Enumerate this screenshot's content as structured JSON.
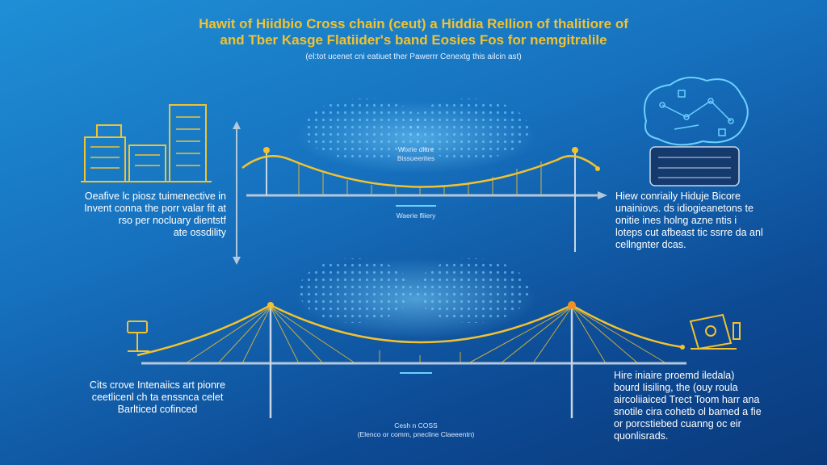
{
  "title": {
    "lines": [
      "Hawit of Hiidbio Cross chain (ceut) a Hiddia Rellion of thalitiore of",
      "and Tber Kasge Flatiider's band Eosies Fos for nemgitralile"
    ],
    "subtitle": "(el:tot ucenet cni eatiuet ther Pawerrr Cenextg this ailcin ast)"
  },
  "left_top_text": [
    "Oeafive lc piosz tuimenective in",
    "Invent conna the porr valar fit at",
    "rso per nocluary dientstf",
    "ate ossdility"
  ],
  "right_top_text": [
    "Hiew conriaily Hiduje Bicore",
    "unainiovs. ds idiogieanetons te",
    "onitie ines holng azne ntis i",
    "loteps cut afbeast tic ssrre da anl",
    "cellngnter dcas."
  ],
  "center_top_label": [
    "Wixrie dlitre",
    "Bissueerites"
  ],
  "center_mid_label": "Waerie fliiery",
  "left_bottom_text": [
    "Cits crove Intenaiics art pionre",
    "ceetlicenl ch ta enssnca celet",
    "Barlticed cofinced"
  ],
  "right_bottom_text": [
    "Hire iniaire proemd iledala)",
    "bourd Iisiling, the (ouy roula",
    "aircoliiaiced Trect Toom harr ana",
    "snotile cira cohetb ol bamed a fie",
    "or porcstiebed cuanng oc eir",
    "quonlisrads."
  ],
  "center_bottom_label": [
    "Cesh n COSS",
    "(Elenco or comm, pnecline Claeeentn)"
  ],
  "colors": {
    "accent_gold": "#f2c230",
    "line_grey": "#b4c8dc",
    "background_top": "#1e8fd6",
    "background_bottom": "#0a3a7c"
  },
  "icons": [
    "city-buildings-icon",
    "globe-network-icon",
    "anchor-post-icon",
    "server-terminal-icon"
  ]
}
